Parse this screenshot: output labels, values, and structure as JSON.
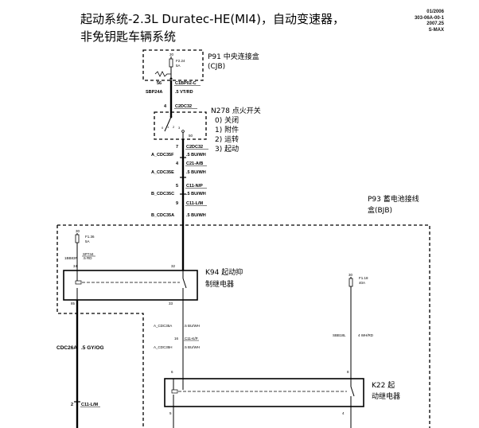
{
  "title_line1": "起动系统-2.3L Duratec-HE(MI4)，自动变速器，",
  "title_line2": "非免钥匙车辆系统",
  "ref": [
    "01/2006",
    "303-06A-00-1",
    "2007.25",
    "S-MAX"
  ],
  "cjb": {
    "label": "P91 中央连接盒",
    "sub": "(CJB)",
    "fuse_id": "F2.24",
    "fuse_amp": "5A",
    "pin_top": "30",
    "pin_out": "56",
    "conn": "C1BP02-C",
    "wire_circuit": "SBP24A",
    "wire_spec": ".5 VT/RD"
  },
  "ignition": {
    "label": "N278 点火开关",
    "positions": [
      "0) 关闭",
      "1) 附件",
      "2) 运转",
      "3) 起动"
    ],
    "pin": "4",
    "conn": "C2DC32",
    "pin_bottom": "50",
    "pin_marks": [
      "0",
      "1",
      "2",
      "3"
    ]
  },
  "harness": [
    {
      "pin": "7",
      "conn": "C2DC32",
      "circuit": "A_CDC35F",
      "spec": ".5 BU/WH"
    },
    {
      "pin": "4",
      "conn": "C21-A/B",
      "circuit": "A_CDC35E",
      "spec": ".5 BU/WH"
    },
    {
      "pin": "5",
      "conn": "C11-N/P",
      "circuit": "B_CDC35C",
      "spec": ".5 BU/WH"
    },
    {
      "pin": "9",
      "conn": "C11-L/M",
      "circuit": "B_CDC35A",
      "spec": ".5 BU/WH"
    }
  ],
  "bjb": {
    "label_line1": "P93 蓄电池接线",
    "label_line2": "盒(BJB)",
    "fuse1_id": "F1.36",
    "fuse1_amp": "5A",
    "fuse1_pin": "30",
    "sp_label": "SP744",
    "wire1_circuit": "1BB83P",
    "wire1_pin": "34",
    "wire1_spec": ".5 RD",
    "relay_pin_in": "32",
    "relay_pin_out": "33",
    "relay_pin_left": "85",
    "fuse2_id": "F1.18",
    "fuse2_amp": "40A",
    "fuse2_pin": "30"
  },
  "k94": {
    "label_line1": "K94 起动抑",
    "label_line2": "制继电器"
  },
  "mid_wires": {
    "circuit_a": "A_CDC35A",
    "spec_a": ".5 BU/WH",
    "pin_a": "16",
    "conn_a": "C11-K/P",
    "circuit_b": "A_CDC35H",
    "spec_b": ".5 BU/WH",
    "right_circuit": "SBB18L",
    "right_spec": "4 WH/RD"
  },
  "left_wire": {
    "circuit": "CDC26A",
    "spec": ".5 GY/OG",
    "pin": "2",
    "conn": "C11-L/M"
  },
  "k22": {
    "label_line1": "K22 起",
    "label_line2": "动继电器",
    "pin_tl": "6",
    "pin_tr": "8",
    "pin_bl": "5",
    "pin_br": "4"
  }
}
